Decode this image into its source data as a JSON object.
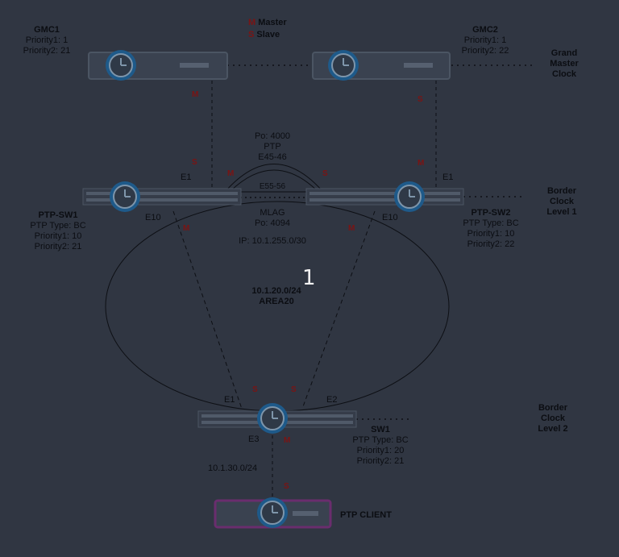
{
  "legend": {
    "m_letter": "M",
    "master": "Master",
    "s_letter": "S",
    "slave": "Slave"
  },
  "gmc1": {
    "name": "GMC1",
    "p1": "Priority1: 1",
    "p2": "Priority2: 21"
  },
  "gmc2": {
    "name": "GMC2",
    "p1": "Priority1: 1",
    "p2": "Priority2: 22"
  },
  "tiers": {
    "grand_master": [
      "Grand",
      "Master",
      "Clock"
    ],
    "bc_l1": [
      "Border",
      "Clock",
      "Level 1"
    ],
    "bc_l2": [
      "Border",
      "Clock",
      "Level 2"
    ]
  },
  "ptp_sw1": {
    "name": "PTP-SW1",
    "type": "PTP Type: BC",
    "p1": "Priority1: 10",
    "p2": "Priority2: 21"
  },
  "ptp_sw2": {
    "name": "PTP-SW2",
    "type": "PTP Type: BC",
    "p1": "Priority1: 10",
    "p2": "Priority2: 22"
  },
  "sw1": {
    "name": "SW1",
    "type": "PTP Type: BC",
    "p1": "Priority1: 20",
    "p2": "Priority2: 21"
  },
  "ptp_link": {
    "po": "Po: 4000",
    "proto": "PTP",
    "ports": "E45-46"
  },
  "mlag_link": {
    "ports": "E55-56",
    "name": "MLAG",
    "po": "Po: 4094",
    "ip": "IP: 10.1.255.0/30"
  },
  "area": {
    "subnet": "10.1.20.0/24",
    "name": "AREA20"
  },
  "client": {
    "subnet": "10.1.30.0/24",
    "name": "PTP CLIENT"
  },
  "ports": {
    "e1": "E1",
    "e2": "E2",
    "e3": "E3",
    "e10": "E10"
  },
  "roles": {
    "m": "M",
    "s": "S"
  },
  "overlay_number": "1",
  "colors": {
    "background": "#303642",
    "device": "#3a4250",
    "clock_ring": "#1e5a8a",
    "master_mark": "#7a1414",
    "client_border": "#6a2d6e"
  }
}
